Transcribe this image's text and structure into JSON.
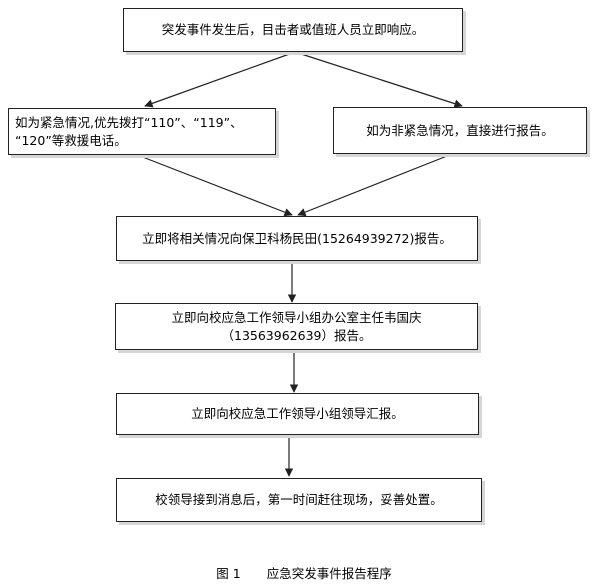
{
  "flowchart": {
    "steps": {
      "start": "突发事件发生后，目击者或值班人员立即响应。",
      "emergency": "如为紧急情况,优先拨打“110”、“119”、\n“120”等救援电话。",
      "non_emergency": "如为非紧急情况，直接进行报告。",
      "report_security": "立即将相关情况向保卫科杨民田(15264939272)报告。",
      "report_office": "立即向校应急工作领导小组办公室主任韦国庆\n（13563962639）报告。",
      "report_group": "立即向校应急工作领导小组领导汇报。",
      "leaders_act": "校领导接到消息后，第一时间赶往现场，妥善处置。"
    }
  },
  "caption": {
    "number": "图 1",
    "title": "应急突发事件报告程序"
  }
}
